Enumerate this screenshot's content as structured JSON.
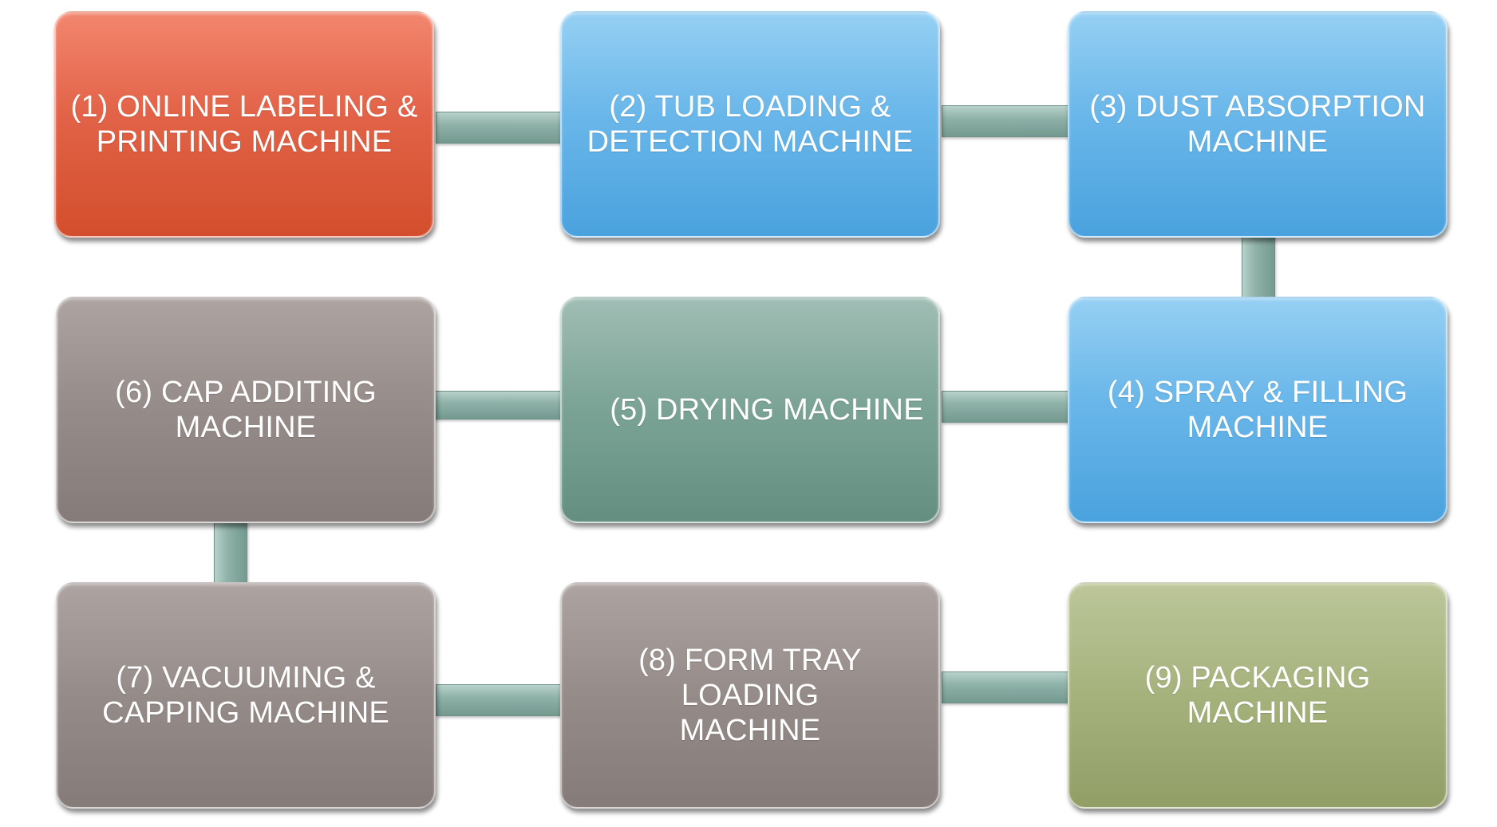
{
  "diagram": {
    "steps": [
      {
        "label": "(1) ONLINE LABELING &\nPRINTING MACHINE",
        "color": "#d9573a"
      },
      {
        "label": "(2) TUB LOADING &\nDETECTION MACHINE",
        "color": "#5aaee6"
      },
      {
        "label": "(3) DUST ABSORPTION\nMACHINE",
        "color": "#5aaee6"
      },
      {
        "label": "(4) SPRAY & FILLING\nMACHINE",
        "color": "#5aaee6"
      },
      {
        "label": "(5) DRYING MACHINE",
        "color": "#6f988a"
      },
      {
        "label": "(6) CAP ADDITING\nMACHINE",
        "color": "#8c8280"
      },
      {
        "label": "(7) VACUUMING &\nCAPPING MACHINE",
        "color": "#8c8280"
      },
      {
        "label": "(8) FORM TRAY LOADING\nMACHINE",
        "color": "#8c8280"
      },
      {
        "label": "(9) PACKAGING\nMACHINE",
        "color": "#9ba871"
      }
    ],
    "connector_color": "#8fb2a9"
  }
}
